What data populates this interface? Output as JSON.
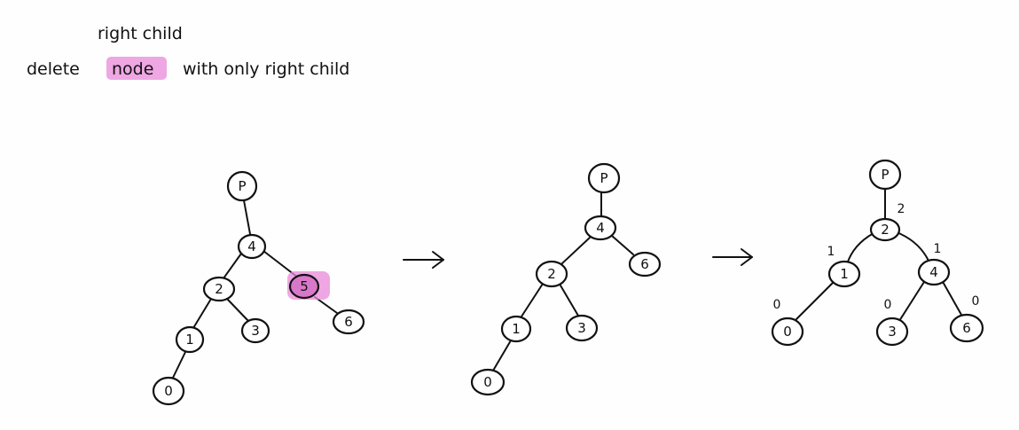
{
  "header": {
    "annotation": "right child",
    "title_part1": "delete",
    "title_highlight": "node",
    "title_part2": "with only right child"
  },
  "colors": {
    "highlight": "#e88ad8",
    "ink": "#111111"
  },
  "arrows": [
    {
      "name": "arrow-step-1"
    },
    {
      "name": "arrow-step-2"
    }
  ],
  "trees": [
    {
      "name": "tree-before",
      "nodes": [
        {
          "id": "p",
          "label": "P",
          "highlighted": false
        },
        {
          "id": "n4",
          "label": "4",
          "highlighted": false
        },
        {
          "id": "n2",
          "label": "2",
          "highlighted": false
        },
        {
          "id": "n5",
          "label": "5",
          "highlighted": true
        },
        {
          "id": "n1",
          "label": "1",
          "highlighted": false
        },
        {
          "id": "n3",
          "label": "3",
          "highlighted": false
        },
        {
          "id": "n6",
          "label": "6",
          "highlighted": false
        },
        {
          "id": "n0",
          "label": "0",
          "highlighted": false
        }
      ],
      "edges": [
        [
          "p",
          "n4"
        ],
        [
          "n4",
          "n2"
        ],
        [
          "n4",
          "n5"
        ],
        [
          "n2",
          "n1"
        ],
        [
          "n2",
          "n3"
        ],
        [
          "n5",
          "n6"
        ],
        [
          "n1",
          "n0"
        ]
      ]
    },
    {
      "name": "tree-after-delete",
      "nodes": [
        {
          "id": "p",
          "label": "P",
          "highlighted": false
        },
        {
          "id": "n4",
          "label": "4",
          "highlighted": false
        },
        {
          "id": "n2",
          "label": "2",
          "highlighted": false
        },
        {
          "id": "n6",
          "label": "6",
          "highlighted": false
        },
        {
          "id": "n1",
          "label": "1",
          "highlighted": false
        },
        {
          "id": "n3",
          "label": "3",
          "highlighted": false
        },
        {
          "id": "n0",
          "label": "0",
          "highlighted": false
        }
      ],
      "edges": [
        [
          "p",
          "n4"
        ],
        [
          "n4",
          "n2"
        ],
        [
          "n4",
          "n6"
        ],
        [
          "n2",
          "n1"
        ],
        [
          "n2",
          "n3"
        ],
        [
          "n1",
          "n0"
        ]
      ]
    },
    {
      "name": "tree-rebalanced",
      "nodes": [
        {
          "id": "p",
          "label": "P",
          "highlighted": false
        },
        {
          "id": "n2",
          "label": "2",
          "highlighted": false,
          "height": "2"
        },
        {
          "id": "n1",
          "label": "1",
          "highlighted": false,
          "height": "1"
        },
        {
          "id": "n4",
          "label": "4",
          "highlighted": false,
          "height": "1"
        },
        {
          "id": "n0",
          "label": "0",
          "highlighted": false,
          "height": "0"
        },
        {
          "id": "n3",
          "label": "3",
          "highlighted": false,
          "height": "0"
        },
        {
          "id": "n6",
          "label": "6",
          "highlighted": false,
          "height": "0"
        }
      ],
      "edges": [
        [
          "p",
          "n2"
        ],
        [
          "n2",
          "n1"
        ],
        [
          "n2",
          "n4"
        ],
        [
          "n1",
          "n0"
        ],
        [
          "n4",
          "n3"
        ],
        [
          "n4",
          "n6"
        ]
      ]
    }
  ]
}
